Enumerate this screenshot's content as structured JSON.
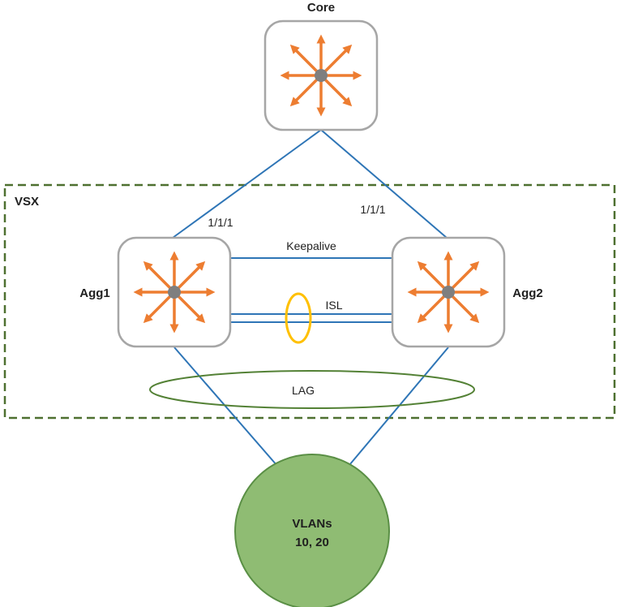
{
  "diagram": {
    "type": "network-topology",
    "zone": {
      "vsx_label": "VSX"
    },
    "nodes": {
      "core": {
        "label": "Core"
      },
      "agg1": {
        "label": "Agg1"
      },
      "agg2": {
        "label": "Agg2"
      },
      "vlans": {
        "line1": "VLANs",
        "line2": "10, 20"
      }
    },
    "links": {
      "core_agg1": {
        "label": "1/1/1"
      },
      "core_agg2": {
        "label": "1/1/1"
      },
      "keepalive": {
        "label": "Keepalive"
      },
      "isl": {
        "label": "ISL"
      },
      "lag": {
        "label": "LAG"
      }
    },
    "colors": {
      "text_dark": "#1f1f1f",
      "link_blue": "#2e75b6",
      "box_gray": "#a6a6a6",
      "arrow_orange": "#ed7d31",
      "dot_gray": "#7f7f7f",
      "vsx_green": "#4e7030",
      "isl_yellow": "#ffc000",
      "lag_green": "#538135",
      "vlan_fill": "#8fbc73",
      "vlan_stroke": "#5a8f45"
    }
  }
}
